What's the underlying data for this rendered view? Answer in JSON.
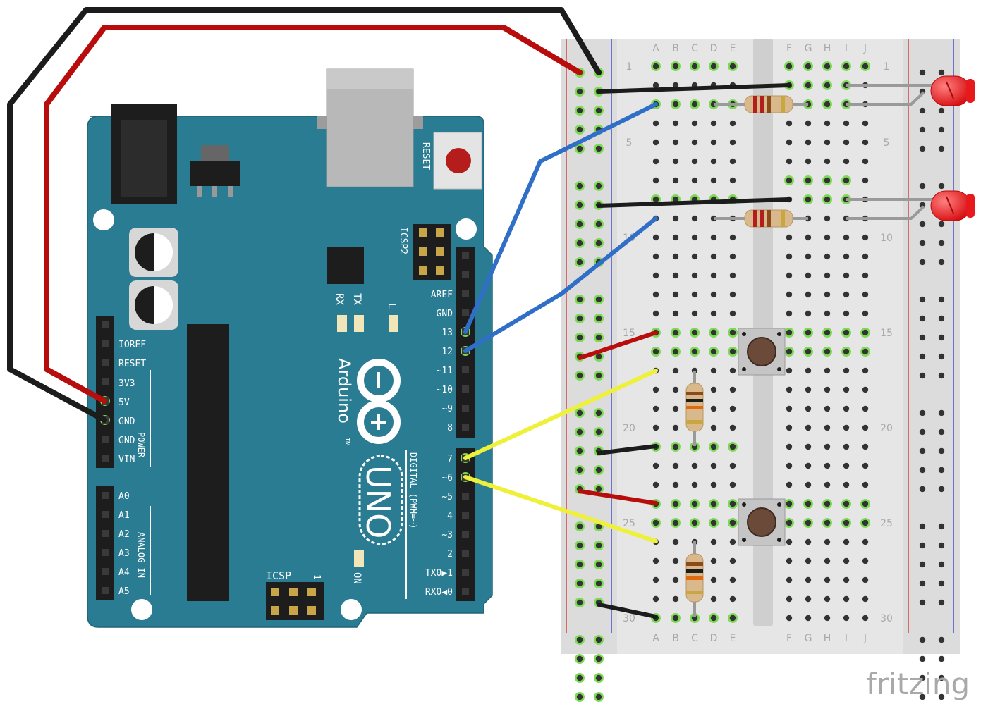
{
  "board": {
    "name": "Arduino",
    "tm": "TM",
    "model": "UNO",
    "reset_label": "RESET",
    "icsp2_label": "ICSP2",
    "icsp_label": "ICSP",
    "icsp_pin_label": "1",
    "on_label": "ON",
    "rx_label": "RX",
    "tx_label": "TX",
    "l_label": "L",
    "power_title": "POWER",
    "analog_title": "ANALOG IN",
    "digital_title": "DIGITAL (PWM=~)",
    "power_pins": [
      "IOREF",
      "RESET",
      "3V3",
      "5V",
      "GND",
      "GND",
      "VIN"
    ],
    "analog_pins": [
      "A0",
      "A1",
      "A2",
      "A3",
      "A4",
      "A5"
    ],
    "digital_upper": [
      "AREF",
      "GND",
      "13",
      "12",
      "~11",
      "~10",
      "~9",
      "8"
    ],
    "digital_lower": [
      "7",
      "~6",
      "~5",
      "4",
      "~3",
      "2",
      "TX0▶1",
      "RX0◀0"
    ]
  },
  "breadboard": {
    "columns_left": [
      "A",
      "B",
      "C",
      "D",
      "E"
    ],
    "columns_right": [
      "F",
      "G",
      "H",
      "I",
      "J"
    ],
    "row_labels": [
      "1",
      "5",
      "10",
      "15",
      "20",
      "25",
      "30"
    ]
  },
  "colors": {
    "board": "#2a7c92",
    "breadboard": "#dcdcdc",
    "wire_red": "#b80d0d",
    "wire_black": "#1c1c1c",
    "wire_blue": "#2f6fc7",
    "wire_yellow": "#eef03a",
    "led": "#e8191c"
  },
  "watermark": "fritzing"
}
